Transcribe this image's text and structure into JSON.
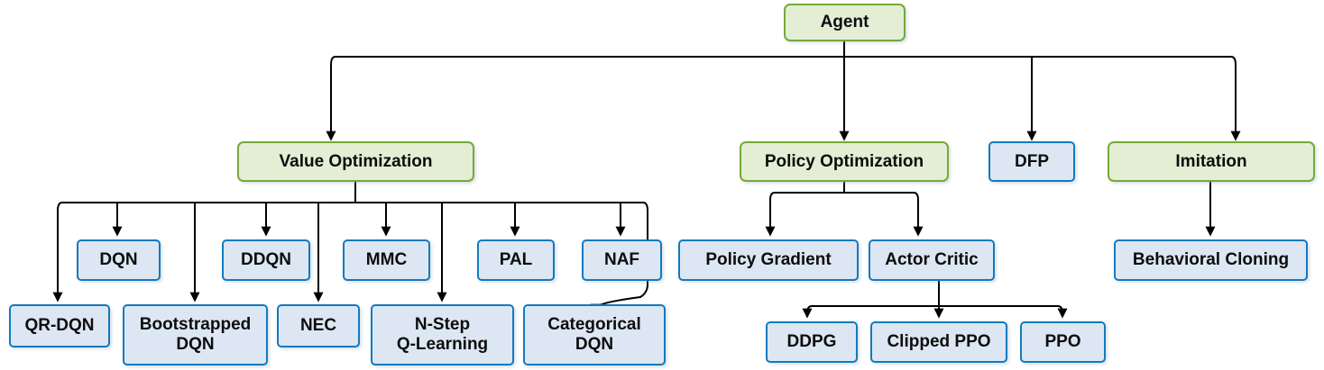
{
  "diagram": {
    "title": "Agent Algorithm Taxonomy",
    "colors": {
      "green_fill": "#e3eed4",
      "green_border": "#76a939",
      "blue_fill": "#dce7f3",
      "blue_border": "#1379bf",
      "connector": "#000000",
      "background": "#ffffff"
    }
  },
  "nodes": {
    "agent": "Agent",
    "value_optimization": "Value Optimization",
    "policy_optimization": "Policy Optimization",
    "dfp": "DFP",
    "imitation": "Imitation",
    "dqn": "DQN",
    "ddqn": "DDQN",
    "mmc": "MMC",
    "pal": "PAL",
    "naf": "NAF",
    "qr_dqn": "QR-DQN",
    "bootstrapped_dqn": "Bootstrapped\nDQN",
    "nec": "NEC",
    "n_step_q_learning": "N-Step\nQ-Learning",
    "categorical_dqn": "Categorical\nDQN",
    "policy_gradient": "Policy Gradient",
    "actor_critic": "Actor Critic",
    "ddpg": "DDPG",
    "clipped_ppo": "Clipped PPO",
    "ppo": "PPO",
    "behavioral_cloning": "Behavioral Cloning"
  },
  "hierarchy": {
    "root": "Agent",
    "children": [
      {
        "label": "Value Optimization",
        "children": [
          "DQN",
          "DDQN",
          "MMC",
          "PAL",
          "NAF",
          "QR-DQN",
          "Bootstrapped DQN",
          "NEC",
          "N-Step Q-Learning",
          "Categorical DQN"
        ]
      },
      {
        "label": "Policy Optimization",
        "children": [
          "Policy Gradient",
          {
            "label": "Actor Critic",
            "children": [
              "DDPG",
              "Clipped PPO",
              "PPO"
            ]
          }
        ]
      },
      {
        "label": "DFP",
        "children": []
      },
      {
        "label": "Imitation",
        "children": [
          "Behavioral Cloning"
        ]
      }
    ]
  }
}
